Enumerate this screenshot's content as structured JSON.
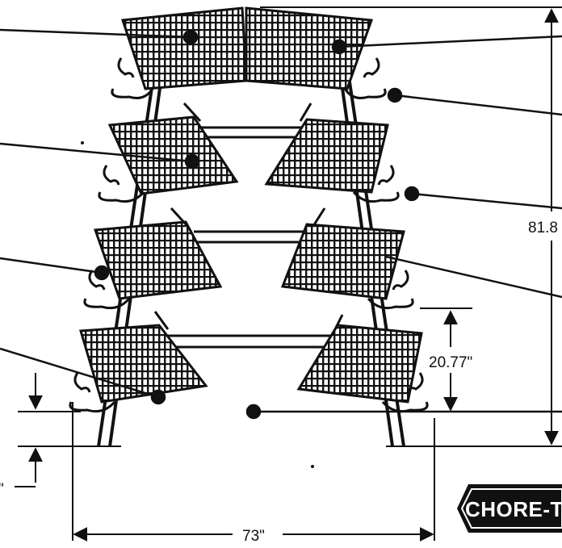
{
  "dimensions": {
    "overall_height": "81.8",
    "tier_spacing": "20.77\"",
    "base_width": "73\"",
    "bottom_clearance_partial": "\""
  },
  "logo": {
    "text": "CHORE-T"
  },
  "colors": {
    "line": "#111111",
    "background": "#ffffff",
    "logo_bg": "#111111",
    "logo_text": "#ffffff"
  }
}
